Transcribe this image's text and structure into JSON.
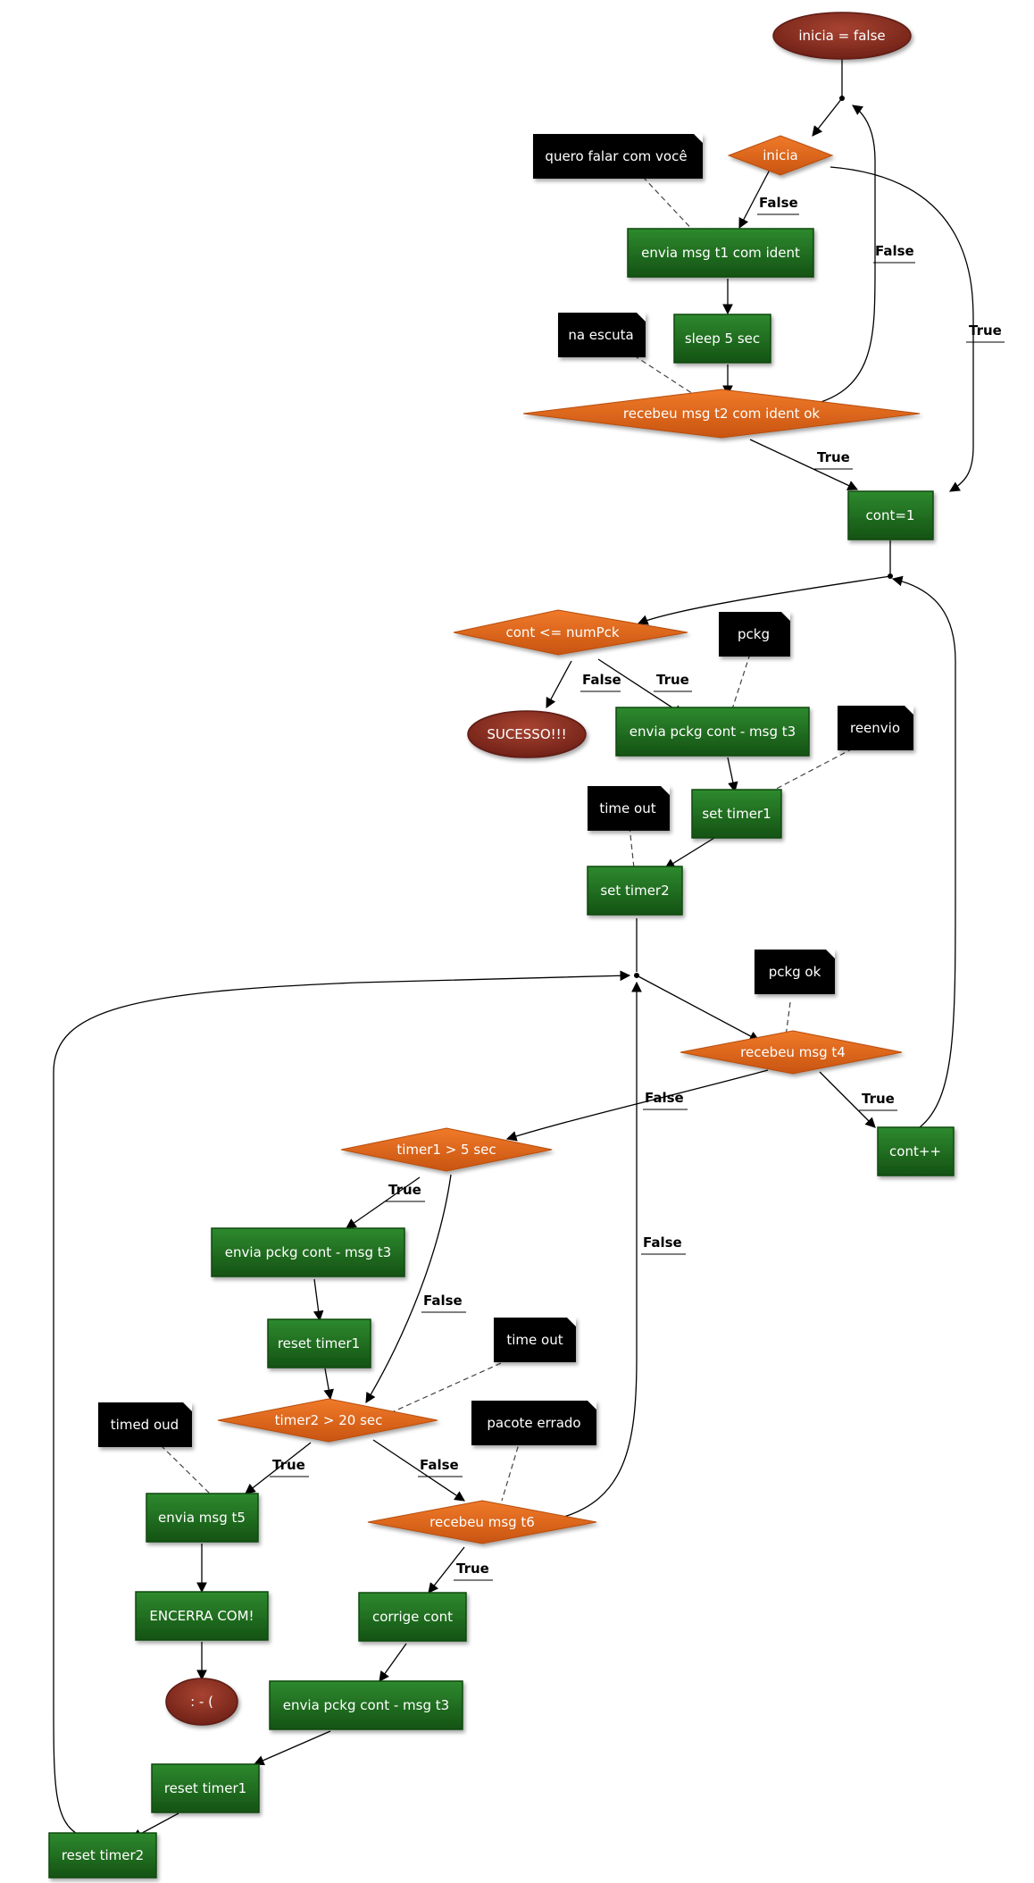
{
  "colors": {
    "process_fill": "#1f6b1f",
    "process_stroke": "#0e4a0e",
    "decision_fill": "#e0661a",
    "decision_stroke": "#b84d0c",
    "terminal_fill": "#8a2f22",
    "terminal_stroke": "#5e1a12",
    "note_fill": "#050505",
    "edge": "#000000"
  },
  "nodes": {
    "start": "inicia = false",
    "inicia": "inicia",
    "envia_t1": "envia msg t1 com ident",
    "sleep": "sleep 5 sec",
    "recebeu_t2": "recebeu msg t2 com ident ok",
    "cont1": "cont=1",
    "cont_le": "cont <= numPck",
    "sucesso": "SUCESSO!!!",
    "envia_pckg1": "envia pckg cont - msg t3",
    "set_timer1": "set timer1",
    "set_timer2": "set timer2",
    "recebeu_t4": "recebeu msg t4",
    "contpp": "cont++",
    "timer1_gt": "timer1 > 5 sec",
    "envia_pckg2": "envia pckg cont - msg t3",
    "reset_timer1a": "reset timer1",
    "timer2_gt": "timer2 > 20 sec",
    "envia_t5": "envia msg t5",
    "encerra": "ENCERRA COM!",
    "sad": ": - (",
    "recebeu_t6": "recebeu msg t6",
    "corrige": "corrige cont",
    "envia_pckg3": "envia pckg cont - msg t3",
    "reset_timer1b": "reset timer1",
    "reset_timer2": "reset timer2"
  },
  "notes": {
    "quero": "quero falar com você",
    "escuta": "na escuta",
    "pckg": "pckg",
    "reenvio": "reenvio",
    "timeout1": "time out",
    "pckgok": "pckg ok",
    "timeout2": "time out",
    "timedoud": "timed oud",
    "pacote": "pacote errado"
  },
  "edge_labels": {
    "inicia_false": "False",
    "inicia_true": "True",
    "t2_false": "False",
    "t2_true": "True",
    "cont_false": "False",
    "cont_true": "True",
    "t4_false": "False",
    "t4_true": "True",
    "timer1_true": "True",
    "timer1_false": "False",
    "timer2_true": "True",
    "timer2_false": "False",
    "t6_true": "True",
    "t6_false": "False"
  }
}
